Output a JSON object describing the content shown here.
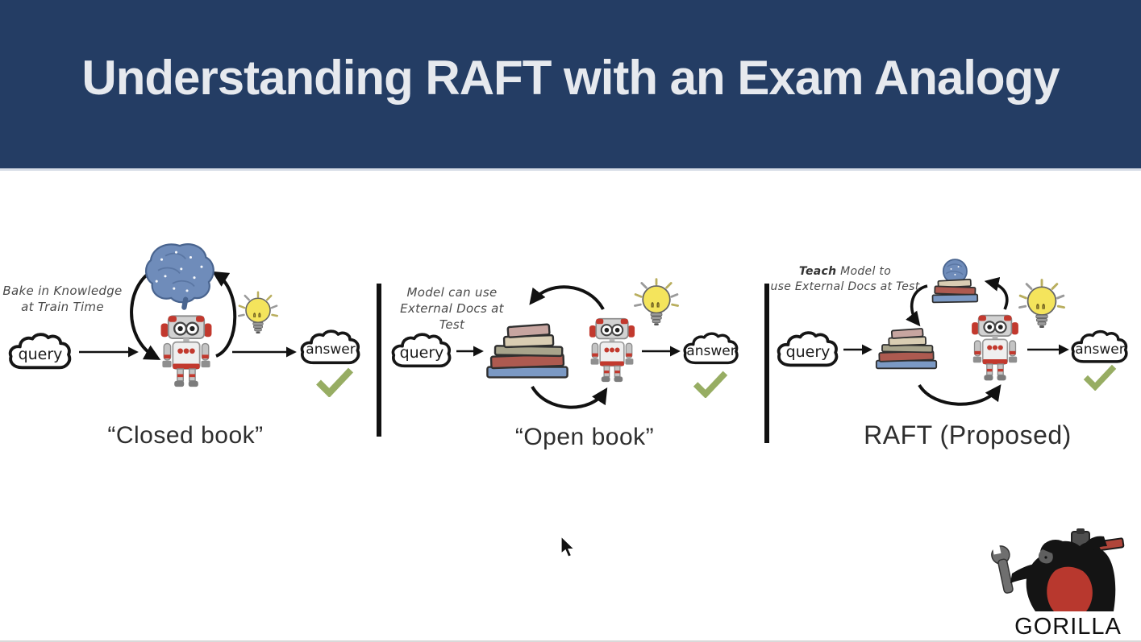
{
  "slide": {
    "title": "Understanding RAFT with an Exam Analogy"
  },
  "panels": [
    {
      "note": {
        "bold": "",
        "line1": "Bake in Knowledge",
        "line2": "at Train Time"
      },
      "query_label": "query",
      "answer_label": "answer",
      "caption": "“Closed book”"
    },
    {
      "note": {
        "bold": "",
        "line1": "Model can use",
        "line2": "External Docs at Test"
      },
      "query_label": "query",
      "answer_label": "answer",
      "caption": "“Open book”"
    },
    {
      "note": {
        "bold": "Teach",
        "line1": " Model to",
        "line2": "use External Docs at Test"
      },
      "query_label": "query",
      "answer_label": "answer",
      "caption": "RAFT (Proposed)"
    }
  ],
  "logo": {
    "label": "GORILLA"
  },
  "icons": {
    "query_cloud": "cloud-outline",
    "answer_cloud": "cloud-outline",
    "brain": "neural-brain",
    "robot": "robot",
    "books": "book-stack",
    "books_with_brain": "book-stack-with-brain",
    "lightbulb": "idea-lightbulb",
    "checkmark": "green-check",
    "cycle_arrows": "curved-cycle-arrows",
    "flow_arrow": "right-arrow",
    "gorilla": "gorilla-with-tools",
    "cursor": "mouse-pointer"
  },
  "colors": {
    "header_bg": "#243D64",
    "title_text": "#E6E9EE",
    "body_bg": "#FFFFFF",
    "divider": "#111111",
    "arrow": "#111111",
    "note_text": "#4A4A4A",
    "caption_text": "#2E2E2E",
    "check_green": "#97AD63",
    "bulb_yellow": "#F4E45C",
    "robot_red": "#C2392E",
    "brain_blue": "#6F8CBA",
    "book_blue": "#7B99C4",
    "book_red": "#AD5A50",
    "book_cream": "#D9CDB3",
    "gorilla_black": "#141414",
    "gorilla_chest_red": "#B8382E"
  }
}
